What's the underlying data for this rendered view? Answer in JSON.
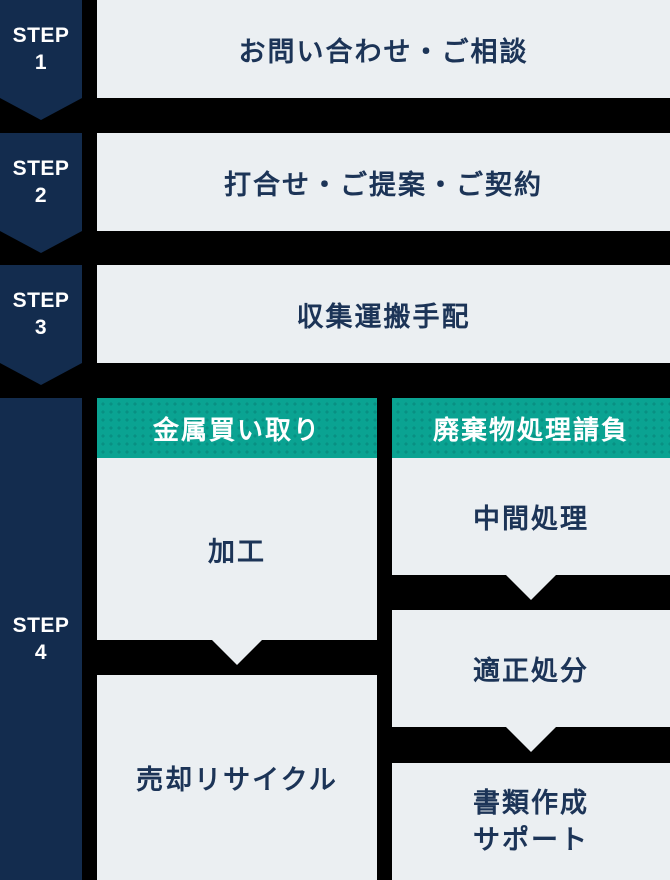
{
  "diagram": "sales-and-waste-processing-flow",
  "colors": {
    "background": "#000000",
    "badge_navy": "#132c4e",
    "panel_gray": "#ebeff2",
    "header_teal": "#0aa392",
    "text_navy": "#1c3457",
    "text_white": "#ffffff"
  },
  "steps": [
    {
      "label": "STEP",
      "number": "1",
      "text": "お問い合わせ・ご相談"
    },
    {
      "label": "STEP",
      "number": "2",
      "text": "打合せ・ご提案・ご契約"
    },
    {
      "label": "STEP",
      "number": "3",
      "text": "収集運搬手配"
    },
    {
      "label": "STEP",
      "number": "4"
    }
  ],
  "step4": {
    "metal_column": {
      "header": "金属買い取り",
      "items": [
        "加工",
        "売却リサイクル"
      ]
    },
    "waste_column": {
      "header": "廃棄物処理請負",
      "items": [
        "中間処理",
        "適正処分",
        "書類作成\nサポート"
      ]
    }
  }
}
